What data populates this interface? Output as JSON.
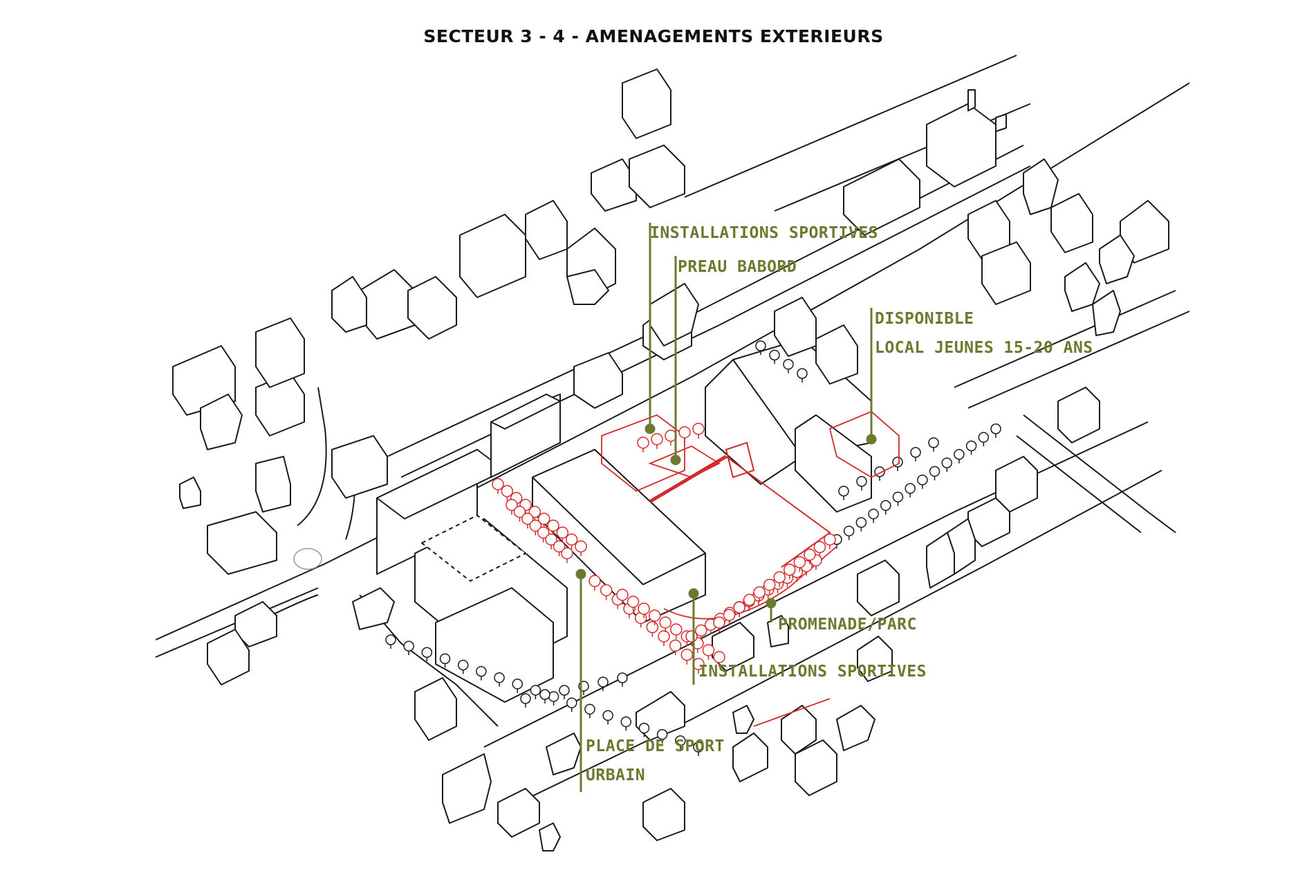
{
  "title": "SECTEUR 3 - 4 - AMENAGEMENTS EXTERIEURS",
  "colors": {
    "line": "#1a1a1a",
    "highlight": "#d42a2a",
    "label": "#6b7a2f"
  },
  "labels": {
    "installations_sportives_top": "INSTALLATIONS SPORTIVES",
    "preau_babord": "PREAU BABORD",
    "disponible": "DISPONIBLE",
    "local_jeunes": "LOCAL JEUNES 15-20 ANS",
    "promenade_parc": "PROMENADE/PARC",
    "installations_sportives_bottom": "INSTALLATIONS SPORTIVES",
    "place_de_sport": "PLACE DE SPORT",
    "urbain": "URBAIN"
  }
}
